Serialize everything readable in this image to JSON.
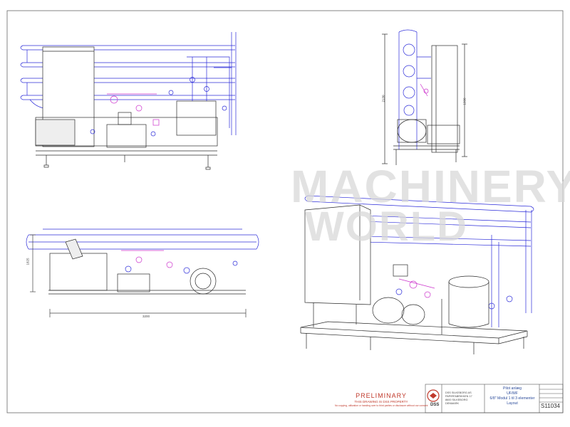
{
  "watermark": {
    "line1": "MACHINERY",
    "line2": "WORLD"
  },
  "dimensions": {
    "overall_length": "3200",
    "front_height": "1825",
    "side_height_a": "2130",
    "side_height_b": "1900"
  },
  "title_block": {
    "preliminary": "PRELIMINARY",
    "property_note": "THIS DRAWING IS DSS PROPERTY",
    "copyright_note": "No copying, utilization or handing over to third parties or disclosure without our consent",
    "company_address": [
      "DSS SILKEBORG AS",
      "PAPIRFABRIKKEN 17",
      "8600 SILKEBORG",
      "DENMARK"
    ],
    "logo_text": "DSS",
    "title_lines": [
      "Pilot anlæg",
      "UF/MF",
      "6/8\" Modul 1 til 3 elementer",
      "Layout"
    ],
    "drawing_number": "S11034"
  },
  "colors": {
    "line": "#2a2a2a",
    "pipe": "#2b2bd9",
    "valve": "#cc33cc",
    "watermark": "#d9d9d9",
    "stamp": "#c0392b"
  }
}
